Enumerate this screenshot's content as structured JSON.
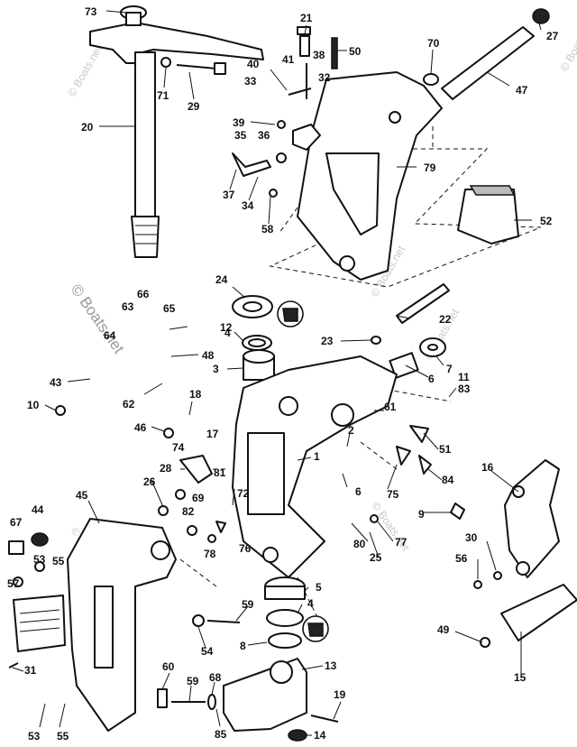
{
  "diagram": {
    "callouts": [
      "73",
      "21",
      "50",
      "70",
      "27",
      "20",
      "71",
      "29",
      "40",
      "41",
      "38",
      "33",
      "32",
      "47",
      "39",
      "35",
      "36",
      "79",
      "37",
      "34",
      "58",
      "52",
      "24",
      "66",
      "63",
      "65",
      "22",
      "64",
      "12",
      "4",
      "48",
      "23",
      "7",
      "43",
      "3",
      "62",
      "6",
      "11",
      "83",
      "10",
      "18",
      "61",
      "46",
      "74",
      "17",
      "2",
      "51",
      "1",
      "28",
      "81",
      "16",
      "26",
      "72",
      "69",
      "82",
      "78",
      "76",
      "84",
      "6",
      "75",
      "9",
      "45",
      "67",
      "44",
      "53",
      "55",
      "57",
      "80",
      "77",
      "25",
      "30",
      "56",
      "5",
      "59",
      "4",
      "54",
      "49",
      "8",
      "15",
      "60",
      "59",
      "68",
      "13",
      "31",
      "19",
      "53",
      "55",
      "85",
      "14"
    ],
    "watermarks": [
      "© Boats.net",
      "© Boats.net",
      "© Boats.net",
      "© Boats.net",
      "© Boats.net",
      "© Boats.net",
      "© Boats.net"
    ]
  }
}
